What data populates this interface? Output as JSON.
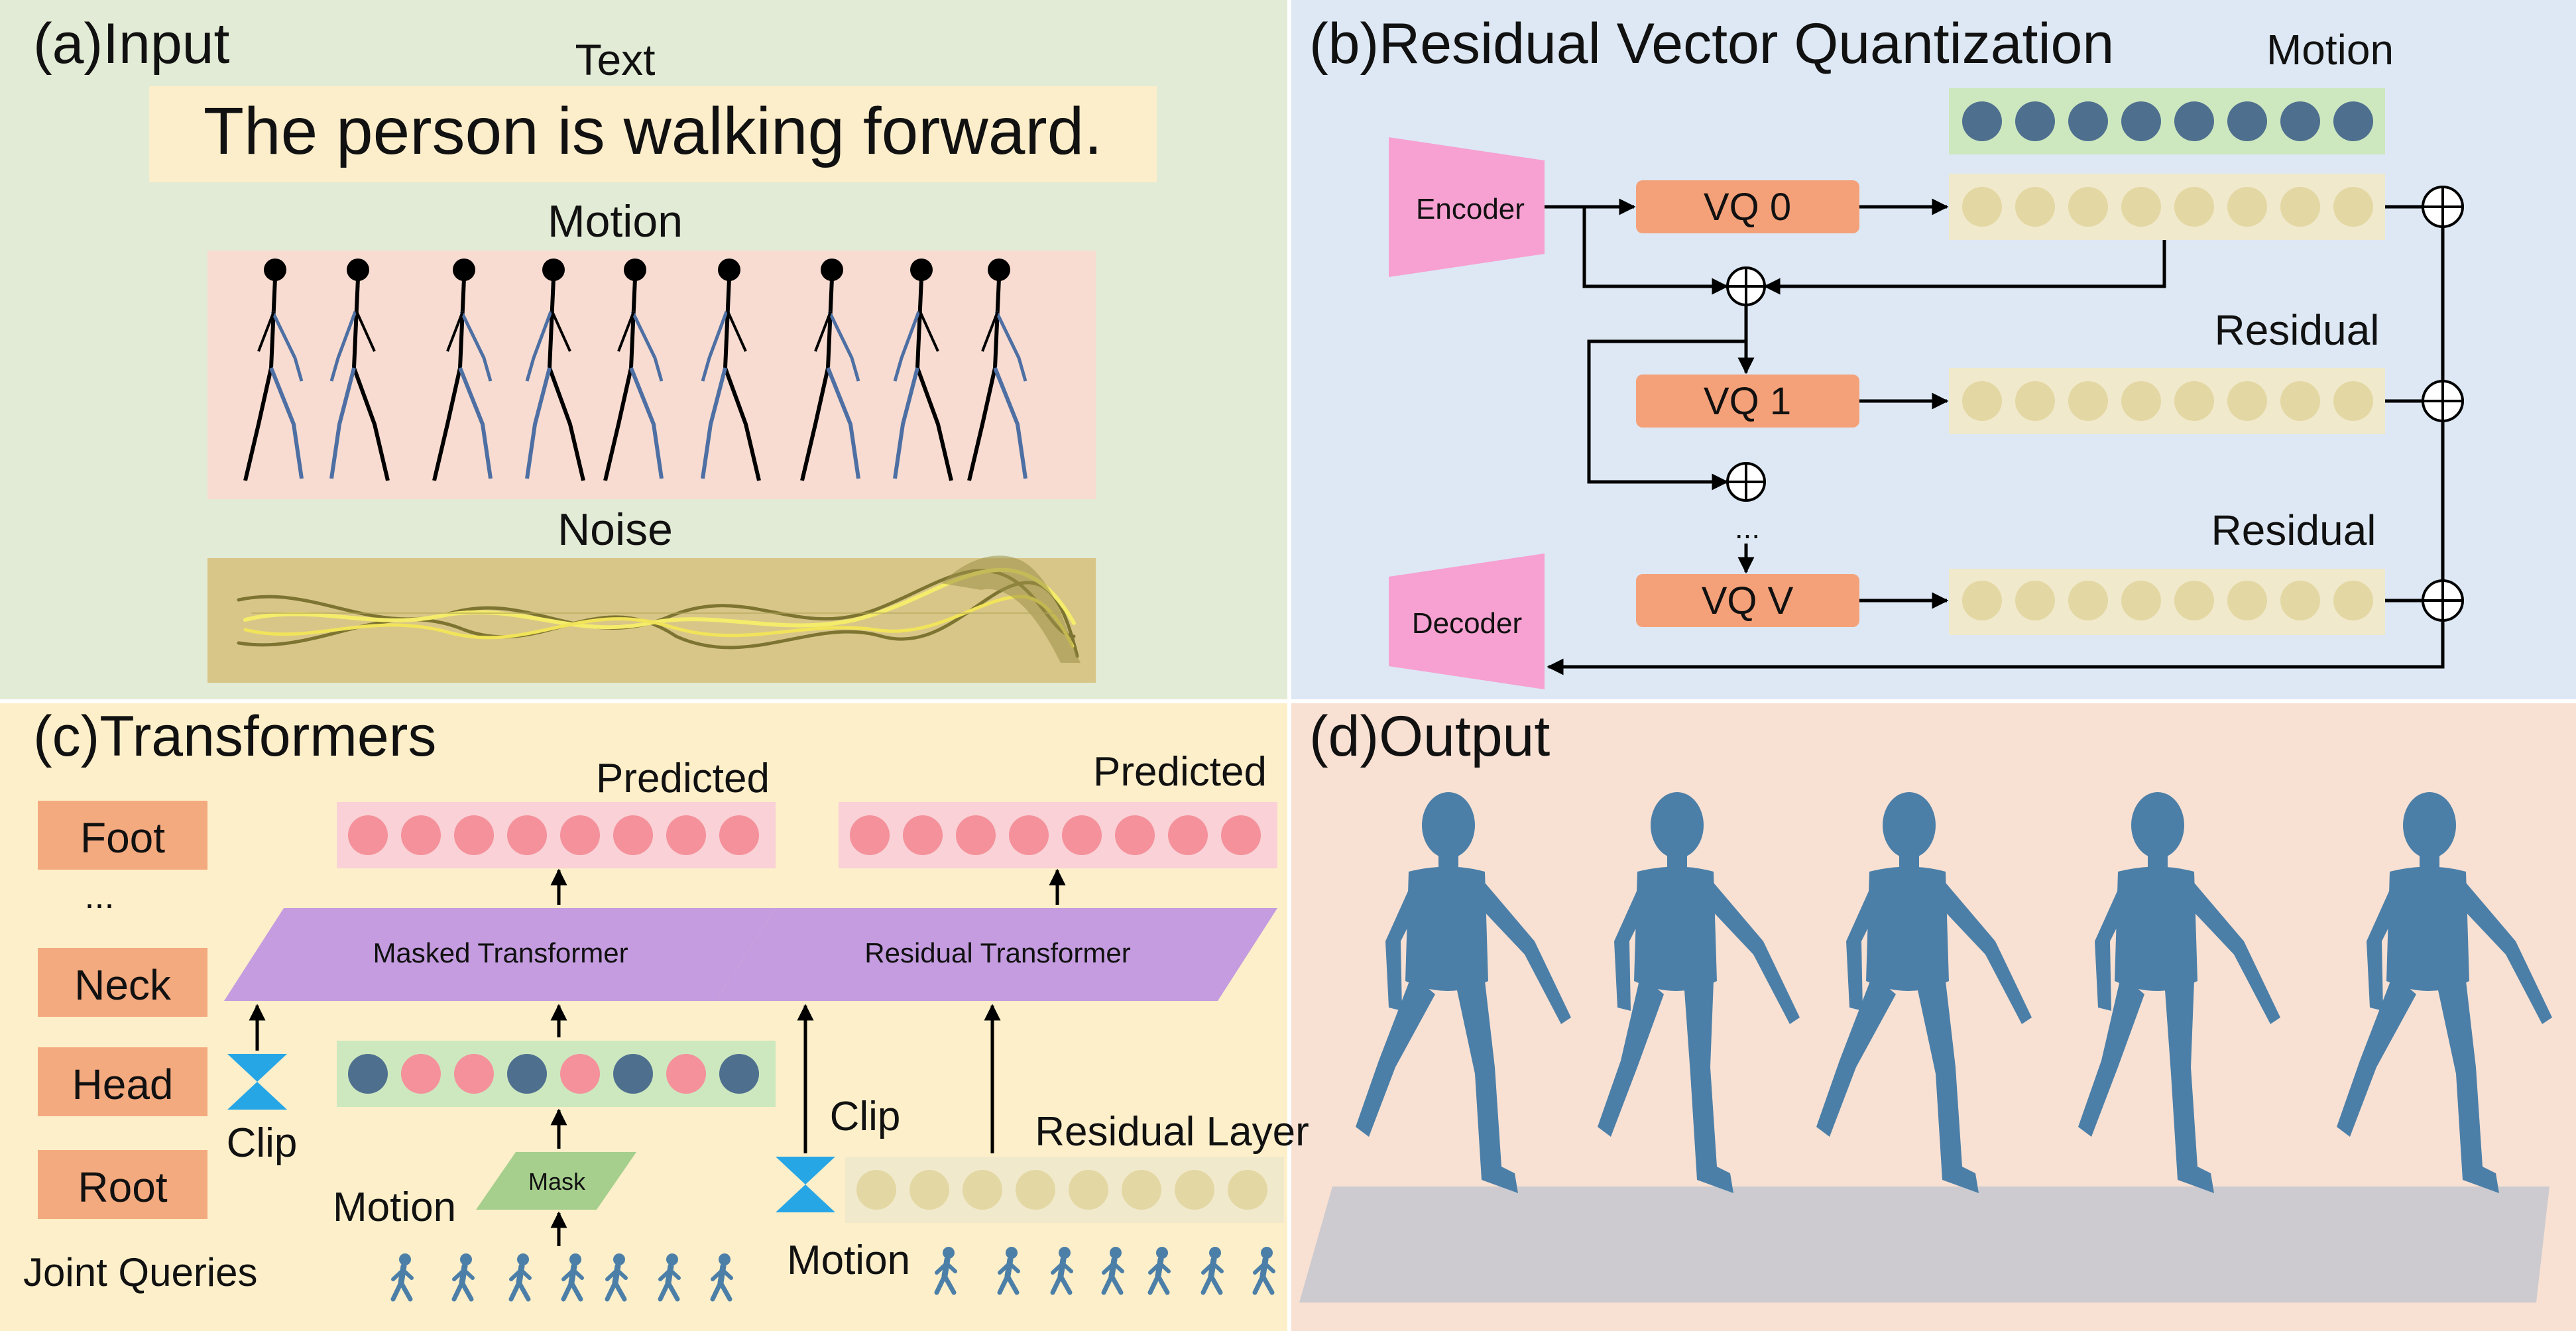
{
  "panels": {
    "input": {
      "title": "(a)Input",
      "text_label": "Text",
      "sentence": "The person is walking forward.",
      "motion_label": "Motion",
      "noise_label": "Noise"
    },
    "rvq": {
      "title": "(b)Residual Vector Quantization",
      "motion_label": "Motion",
      "encoder": "Encoder",
      "decoder": "Decoder",
      "vq0": "VQ 0",
      "vq1": "VQ 1",
      "vqv": "VQ V",
      "residual_1": "Residual",
      "residual_2": "Residual",
      "ellipsis": "..."
    },
    "transformers": {
      "title": "(c)Transformers",
      "joints": [
        "Foot",
        "...",
        "Neck",
        "Head",
        "Root"
      ],
      "joint_queries": "Joint Queries",
      "clip_1": "Clip",
      "clip_2": "Clip",
      "predicted_1": "Predicted",
      "predicted_2": "Predicted",
      "masked_transformer": "Masked Transformer",
      "residual_transformer": "Residual Transformer",
      "mask": "Mask",
      "motion_1": "Motion",
      "motion_2": "Motion",
      "residual_layer": "Residual Layer"
    },
    "output": {
      "title": "(d)Output"
    }
  },
  "colors": {
    "panel_a_bg": "#e2ebd5",
    "panel_b_bg": "#dde8f4",
    "panel_c_bg": "#fdefc9",
    "panel_d_bg": "#f8e1d3",
    "text_box": "#fdeecb",
    "motion_box": "#f8dcd1",
    "noise_box": "#d8c688",
    "encoder_pink": "#f6a1d1",
    "vq_orange": "#f4a179",
    "token_tan": "#e3d7a3",
    "token_tan_bg": "#f1e9cc",
    "token_blue": "#4f6f8f",
    "motion_token_bg": "#cde8bf",
    "predicted_pink": "#f4919b",
    "predicted_bg": "#f9d1d6",
    "transformer_purple": "#c49cdf",
    "mask_green": "#a6cf8d",
    "joint_box": "#f4aa7f",
    "hourglass": "#27a6e6",
    "figure_blue": "#4c7fa8",
    "floor": "#cdcbcf"
  }
}
